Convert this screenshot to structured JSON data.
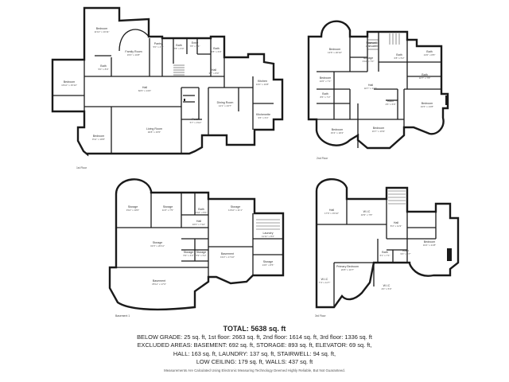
{
  "floors": [
    {
      "caption": "1st Floor",
      "rooms": [
        {
          "id": "f1-bedroom-top",
          "name": "Bedroom",
          "dim": "11'10\" x 16'11\""
        },
        {
          "id": "f1-family",
          "name": "Family Room",
          "dim": "15'0\" x 16'8\""
        },
        {
          "id": "f1-pantry",
          "name": "Pantry",
          "dim": "5'0\" x 4'1\""
        },
        {
          "id": "f1-bath-a",
          "name": "Bath",
          "dim": "7'8\" x 6'0\""
        },
        {
          "id": "f1-entry",
          "name": "Entry",
          "dim": "7'8\" x 5'1\""
        },
        {
          "id": "f1-bath-b",
          "name": "Bath",
          "dim": "6'8\" x 6'0\""
        },
        {
          "id": "f1-bath-c",
          "name": "Bath",
          "dim": "5'0\" x 8'0\""
        },
        {
          "id": "f1-bedroom-left",
          "name": "Bedroom",
          "dim": "16'10\" x 15'10\""
        },
        {
          "id": "f1-hall",
          "name": "Hall",
          "dim": "60'6\" x 13'0\""
        },
        {
          "id": "f1-hall-b",
          "name": "Hall",
          "dim": "3'7\" x 8'0\""
        },
        {
          "id": "f1-kitchen",
          "name": "Kitchen",
          "dim": "13'0\" x 16'8\""
        },
        {
          "id": "f1-dining",
          "name": "Dining Room",
          "dim": "14'1\" x 23'7\""
        },
        {
          "id": "f1-kitchenette",
          "name": "Kitchenette",
          "dim": "9'6\" x 6'4\""
        },
        {
          "id": "f1-living",
          "name": "Living Room",
          "dim": "30'8\" x 15'5\""
        },
        {
          "id": "f1-bedroom-bottom",
          "name": "Bedroom",
          "dim": "9'11\" x 18'8\""
        },
        {
          "id": "f1-porch",
          "name": "Porch",
          "dim": "5'7\" x 3'10\""
        }
      ]
    },
    {
      "caption": "2nd Floor",
      "rooms": [
        {
          "id": "f2-bedroom-top",
          "name": "Bedroom",
          "dim": "13'6\" x 20'10\""
        },
        {
          "id": "f2-stairwell",
          "name": "Stairwell",
          "dim": "17'1\" x 8'7\""
        },
        {
          "id": "f2-storage",
          "name": "Storage",
          "dim": "3'10\" x 7'0\""
        },
        {
          "id": "f2-bath-a",
          "name": "Bath",
          "dim": "6'8\" x 5'2\""
        },
        {
          "id": "f2-bath-b",
          "name": "Bath",
          "dim": "13'0\" x 8'8\""
        },
        {
          "id": "f2-bath-c",
          "name": "Bath",
          "dim": "10'7\" x 7'8\""
        },
        {
          "id": "f2-bedroom-left",
          "name": "Bedroom",
          "dim": "10'0\" x 7'1\""
        },
        {
          "id": "f2-hall",
          "name": "Hall",
          "dim": "32'7\" x 13'6\""
        },
        {
          "id": "f2-bedroom-right",
          "name": "Bedroom",
          "dim": "16'6\" x 13'8\""
        },
        {
          "id": "f2-bath-d",
          "name": "Bath",
          "dim": "8'6\" x 7'2\""
        },
        {
          "id": "f2-bath-e",
          "name": "Bath",
          "dim": "4'6\" x 6'9\""
        },
        {
          "id": "f2-bedroom-bl",
          "name": "Bedroom",
          "dim": "15'4\" x 18'4\""
        },
        {
          "id": "f2-bedroom-bm",
          "name": "Bedroom",
          "dim": "15'7\" x 15'9\""
        }
      ]
    },
    {
      "caption": "Basement 1",
      "rooms": [
        {
          "id": "b-storage-a",
          "name": "Storage",
          "dim": "9'10\" x 18'0\""
        },
        {
          "id": "b-storage-b",
          "name": "Storage",
          "dim": "11'0\" x 7'5\""
        },
        {
          "id": "b-bath",
          "name": "Bath",
          "dim": "4'10\" x 5'0\""
        },
        {
          "id": "b-storage-c",
          "name": "Storage",
          "dim": "10'10\" x 11'1\""
        },
        {
          "id": "b-hall",
          "name": "Hall",
          "dim": "16'0\" x 7'10\""
        },
        {
          "id": "b-laundry",
          "name": "Laundry",
          "dim": "11'11\" x 8'3\""
        },
        {
          "id": "b-storage-d",
          "name": "Storage",
          "dim": "32'3\" x 20'11\""
        },
        {
          "id": "b-basement-r",
          "name": "Basement",
          "dim": "19'2\" x 17'10\""
        },
        {
          "id": "b-storage-e",
          "name": "Storage",
          "dim": "5'9\" x 4'2\""
        },
        {
          "id": "b-storage-f",
          "name": "Storage",
          "dim": "5'9\" x 5'2\""
        },
        {
          "id": "b-storage-g",
          "name": "Storage",
          "dim": "13'0\" x 8'5\""
        },
        {
          "id": "b-basement",
          "name": "Basement",
          "dim": "35'11\" x 17'0\""
        }
      ]
    },
    {
      "caption": "3rd Floor",
      "rooms": [
        {
          "id": "f3-hall-a",
          "name": "Hall",
          "dim": "17'6\" x 15'10\""
        },
        {
          "id": "f3-wic-a",
          "name": "W.I.C",
          "dim": "10'9\" x 7'8\""
        },
        {
          "id": "f3-hall-b",
          "name": "Hall",
          "dim": "8'4\" x 11'3\""
        },
        {
          "id": "f3-bedroom",
          "name": "Bedroom",
          "dim": "19'4\" x 21'8\""
        },
        {
          "id": "f3-bath-a",
          "name": "Bath",
          "dim": "5'1\" x 7'1\""
        },
        {
          "id": "f3-bath-b",
          "name": "Bath",
          "dim": "9'3\" x 8'7\""
        },
        {
          "id": "f3-primary",
          "name": "Primary Bedroom",
          "dim": "26'8\" x 16'7\""
        },
        {
          "id": "f3-wic-b",
          "name": "W.I.C",
          "dim": "7'4\" x 11'7\""
        },
        {
          "id": "f3-wic-c",
          "name": "W.I.C",
          "dim": "4'0\" x 5'0\""
        }
      ]
    }
  ],
  "summary": {
    "total": "TOTAL: 5638 sq. ft",
    "line1": "BELOW GRADE: 25 sq. ft, 1st floor: 2663 sq. ft, 2nd floor: 1614 sq. ft, 3rd floor: 1336 sq. ft",
    "line2": "EXCLUDED AREAS: BASEMENT: 692 sq. ft, STORAGE: 893 sq. ft, ELEVATOR: 69 sq. ft,",
    "line3": "HALL: 163 sq. ft, LAUNDRY: 137 sq. ft, STAIRWELL: 94 sq. ft,",
    "line4": "LOW CEILING: 179 sq. ft, WALLS: 437 sq. ft",
    "footnote": "Measurements Are Calculated Using Electronic Measuring Technology Deemed Highly Reliable, But Not Guaranteed."
  }
}
